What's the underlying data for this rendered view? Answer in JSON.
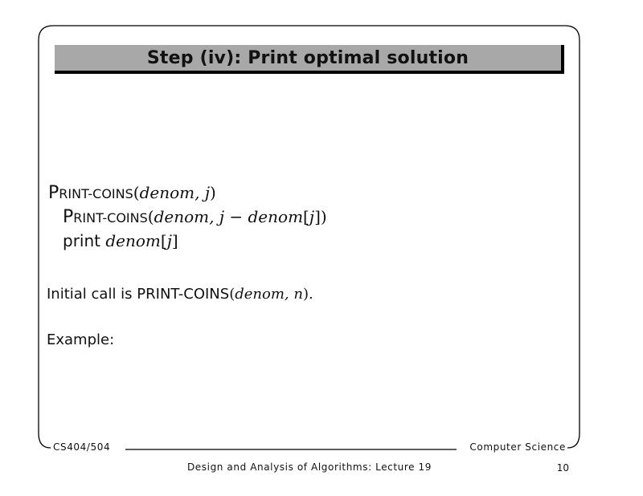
{
  "slide": {
    "title": "Step (iv): Print optimal solution",
    "code": {
      "line1": {
        "proc_initial": "P",
        "proc_rest": "RINT-COINS",
        "open": "(",
        "args": "denom, j",
        "close": ")"
      },
      "line2": {
        "proc_initial": "P",
        "proc_rest": "RINT-COINS",
        "open": "(",
        "args": "denom, j − denom",
        "bracket_open": "[",
        "index": "j",
        "bracket_close": "])"
      },
      "line3": {
        "keyword": "print",
        "var": "denom",
        "bracket_open": "[",
        "index": "j",
        "bracket_close": "]"
      }
    },
    "initial_call": {
      "prefix": "Initial call is PRINT-COINS",
      "open": "(",
      "args": "denom, n",
      "close": ")."
    },
    "example_label": "Example:"
  },
  "footer": {
    "course": "CS404/504",
    "department": "Computer Science",
    "lecture": "Design and Analysis of Algorithms: Lecture 19",
    "page_number": "10"
  }
}
